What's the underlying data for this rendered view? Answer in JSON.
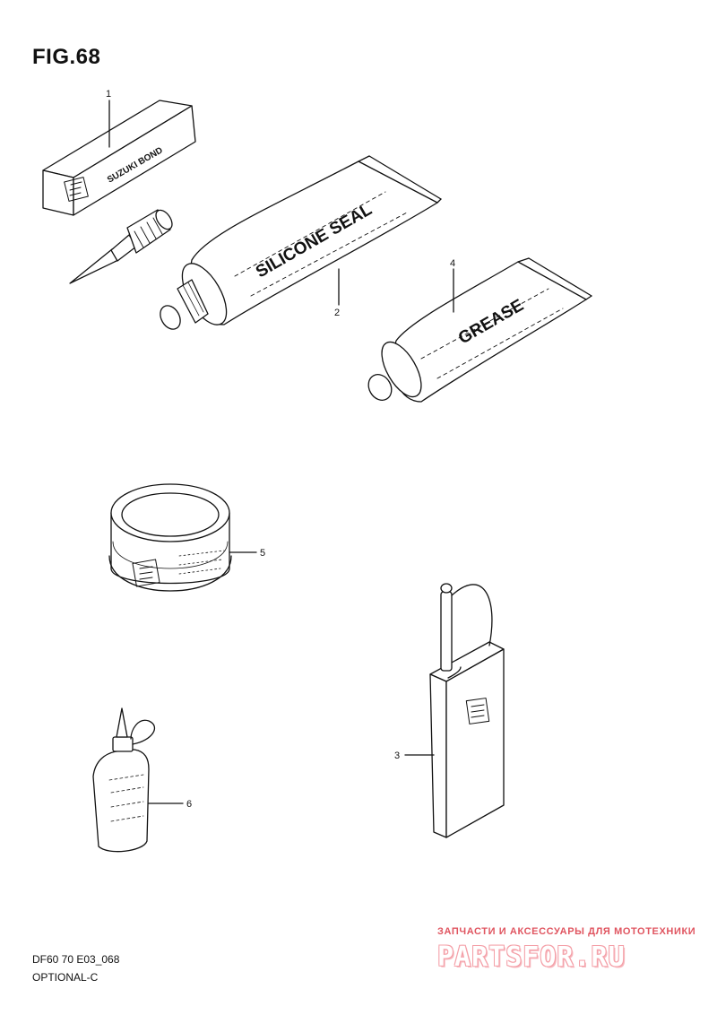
{
  "figure": {
    "title": "FIG.68"
  },
  "parts": [
    {
      "callout": "1",
      "label_text": "SUZUKI BOND"
    },
    {
      "callout": "2",
      "label_text": "SILICONE SEAL"
    },
    {
      "callout": "3"
    },
    {
      "callout": "4",
      "label_text": "GREASE"
    },
    {
      "callout": "5"
    },
    {
      "callout": "6"
    }
  ],
  "footer": {
    "code": "DF60 70 E03_068",
    "subtitle": "OPTIONAL-C"
  },
  "watermark": {
    "tagline": "ЗАПЧАСТИ И АКСЕССУАРЫ ДЛЯ МОТОТЕХНИКИ",
    "logo": "PARTSFOR.RU"
  }
}
